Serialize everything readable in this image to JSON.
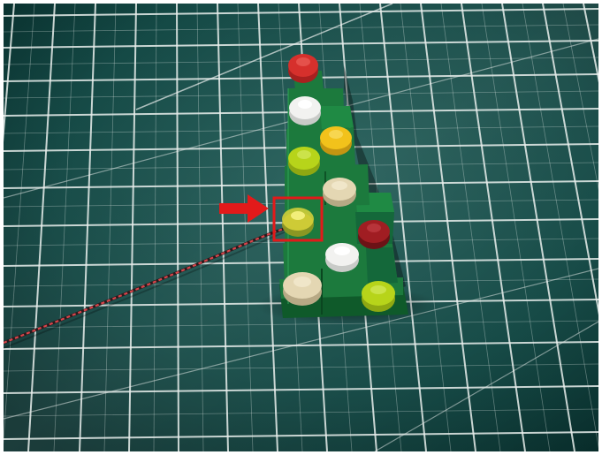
{
  "image": {
    "subject": "",
    "colors": {
      "mat": "#0d3b39",
      "mat_light": "#1f5a55",
      "grid_line": "#f2f5f4",
      "brick_green": "#1c7a3d",
      "brick_green_dark": "#0f5a2a",
      "stud_red": "#d6302c",
      "stud_white": "#f2f2f0",
      "stud_yellow": "#f2c21b",
      "stud_lime": "#b7d41a",
      "stud_tan": "#e4d7b3",
      "stud_dark_red": "#a01d22",
      "stud_trans_yellow": "#d9d43a",
      "highlight_box": "#e21a1a",
      "arrow": "#e21a1a",
      "wire_red": "#d8454b",
      "wire_dark": "#2a1a1c"
    },
    "annotations": [
      {
        "type": "arrow",
        "icon": "right-arrow-icon"
      },
      {
        "type": "highlight-box",
        "target": "translucent-yellow-stud"
      }
    ]
  }
}
